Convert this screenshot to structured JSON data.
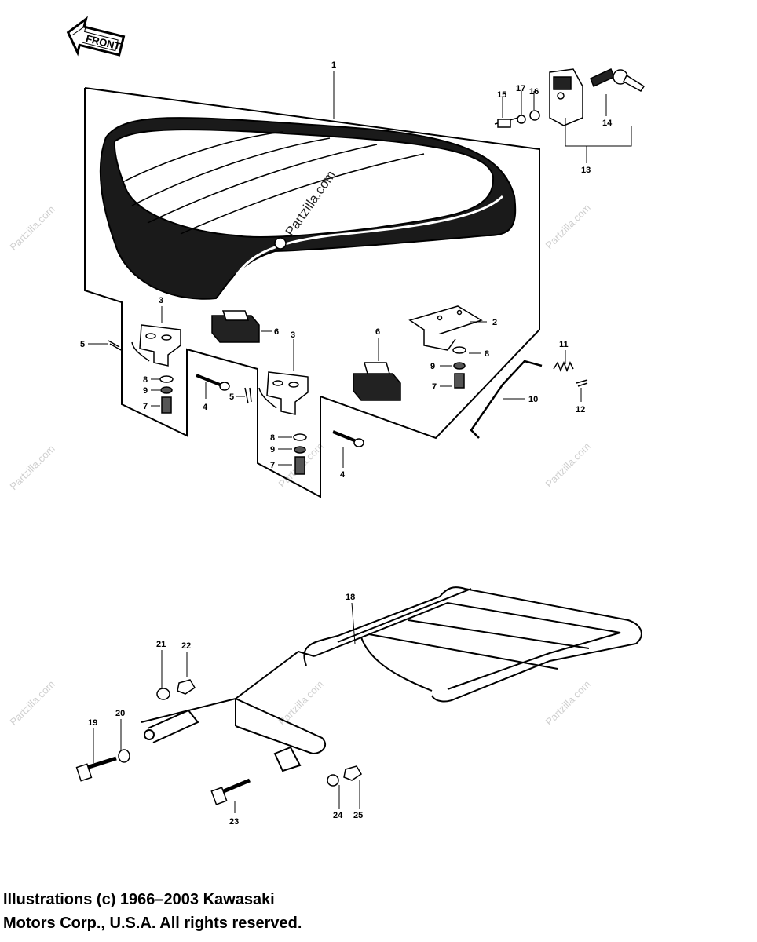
{
  "front_arrow": {
    "label": "FRONT"
  },
  "watermark": {
    "main": "Partzilla.com",
    "repeat": "Partzilla.com"
  },
  "callouts": {
    "c1": "1",
    "c2": "2",
    "c3a": "3",
    "c3b": "3",
    "c4a": "4",
    "c4b": "4",
    "c5a": "5",
    "c5b": "5",
    "c6a": "6",
    "c6b": "6",
    "c7a": "7",
    "c7b": "7",
    "c7c": "7",
    "c8a": "8",
    "c8b": "8",
    "c8c": "8",
    "c9a": "9",
    "c9b": "9",
    "c9c": "9",
    "c10": "10",
    "c11": "11",
    "c12": "12",
    "c13": "13",
    "c14": "14",
    "c15": "15",
    "c16": "16",
    "c17": "17",
    "c18": "18",
    "c19": "19",
    "c20": "20",
    "c21": "21",
    "c22": "22",
    "c23": "23",
    "c24": "24",
    "c25": "25"
  },
  "copyright": {
    "line1": "Illustrations (c) 1966–2003 Kawasaki",
    "line2": "Motors Corp., U.S.A.  All rights reserved."
  }
}
